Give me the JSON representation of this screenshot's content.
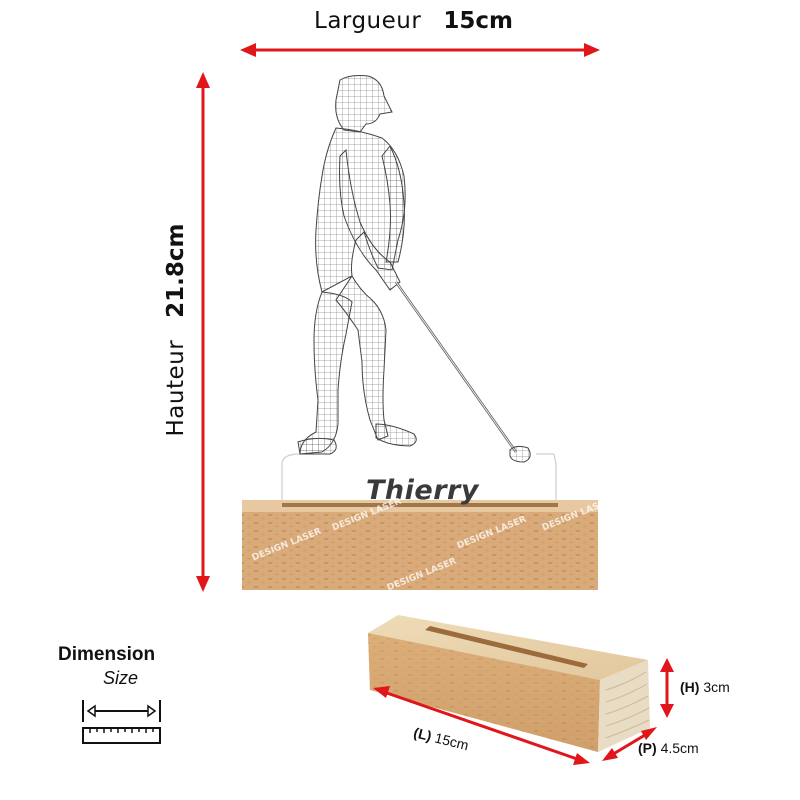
{
  "dimensions": {
    "width": {
      "label": "Largueur",
      "value": "15cm"
    },
    "height": {
      "label": "Hauteur",
      "value": "21.8cm"
    }
  },
  "product": {
    "engraved_name": "Thierry",
    "subject": "golfer-wireframe-illustration",
    "watermark": "DESIGN LASER"
  },
  "legend": {
    "title": "Dimension",
    "subtitle": "Size",
    "icon": "ruler-measure-icon"
  },
  "base": {
    "length": {
      "key": "(L)",
      "value": "15cm"
    },
    "height": {
      "key": "(H)",
      "value": "3cm"
    },
    "depth": {
      "key": "(P)",
      "value": "4.5cm"
    }
  },
  "colors": {
    "arrow": "#e0161b",
    "wood_light": "#e8c9a0",
    "wood_mid": "#d9a877",
    "wood_dark": "#b98550",
    "text": "#111111"
  }
}
